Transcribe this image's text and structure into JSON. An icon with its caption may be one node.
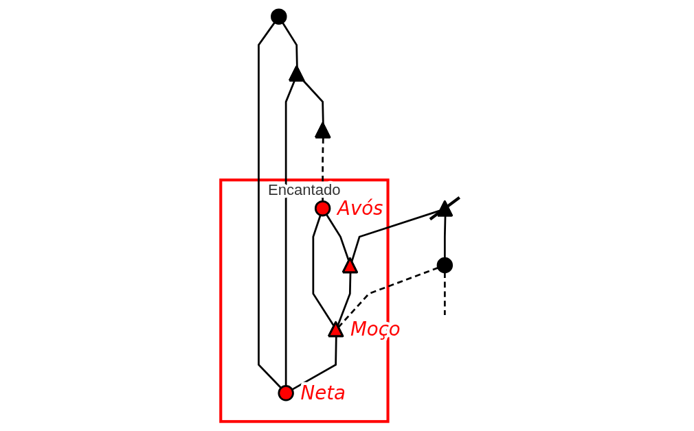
{
  "diagram": {
    "nodes": [
      {
        "text": [],
        "shape": "triangle"
      },
      {
        "text": [],
        "shape": "circle"
      },
      {
        "text": [
          "Encantado"
        ]
      },
      {
        "text": [],
        "shape": "circle"
      },
      {
        "text": [],
        "shape": "triangle"
      },
      {
        "text": [],
        "shape": "triangle"
      },
      {
        "text": [],
        "shape": "circle",
        "in": 2,
        "beside": [
          "Avós"
        ]
      },
      {
        "text": [],
        "shape": "triangle",
        "in": 2
      },
      {
        "text": [],
        "shape": "triangle",
        "in": 2,
        "beside": [
          "Moço"
        ]
      },
      {
        "text": [],
        "shape": "circle",
        "in": 2,
        "beside": [
          "Neta"
        ]
      }
    ],
    "edges": [
      {
        "from": 0,
        "to": 1,
        "arrow": "none"
      },
      {
        "from": 0,
        "to": 7,
        "arrow": "none"
      },
      {
        "from": 1,
        "to": 8,
        "arrow": "none",
        "style": "dashed"
      },
      {
        "from": 1,
        "to": null,
        "arrow": "none",
        "style": "dashed"
      },
      {
        "from": 3,
        "to": 4,
        "arrow": "none"
      },
      {
        "from": 4,
        "to": 5,
        "arrow": "none"
      },
      {
        "from": 5,
        "to": 6,
        "arrow": "none",
        "style": "dashed"
      },
      {
        "from": 6,
        "to": 7,
        "arrow": "none"
      },
      {
        "from": 6,
        "to": 8,
        "arrow": "none"
      },
      {
        "from": 7,
        "to": 8,
        "arrow": "none"
      },
      {
        "from": 8,
        "to": 9,
        "arrow": "none"
      },
      {
        "from": 3,
        "to": 9,
        "arrow": "none"
      },
      {
        "from": 4,
        "to": 9,
        "arrow": "none"
      }
    ]
  }
}
